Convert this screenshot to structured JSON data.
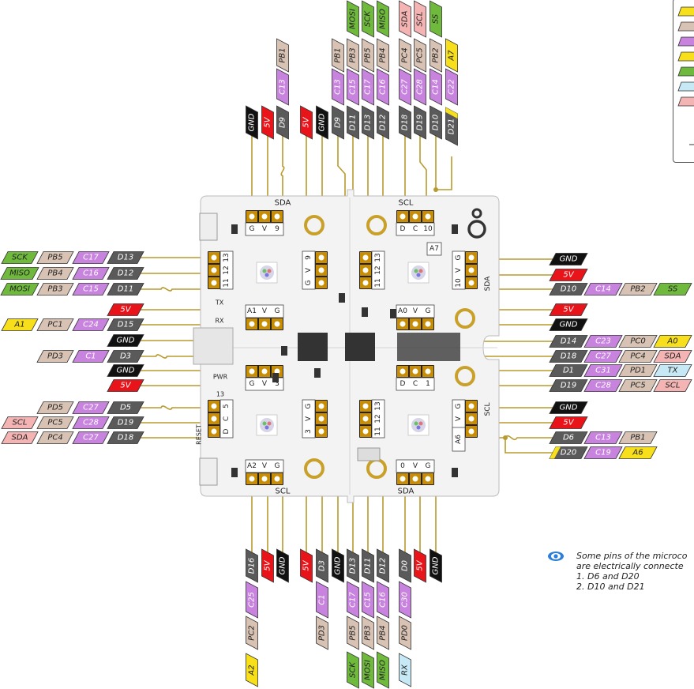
{
  "colors": {
    "gnd": "#111111",
    "power": "#e8141a",
    "digital": "#5a5a5a",
    "port": "#d8c2b4",
    "timer": "#c783dd",
    "analog": "#f7e01b",
    "spi": "#6fb93d",
    "uart": "#c6e9f5",
    "i2c": "#f5b4b4",
    "wire": "#b89a2e",
    "board": "#f3f3f3",
    "header": "#c98d04"
  },
  "board_labels": {
    "sda_top": "SDA",
    "scl_top": "SCL",
    "scl_bottom": "SCL",
    "sda_bottom": "SDA",
    "tx": "TX",
    "rx": "RX",
    "pwr": "PWR",
    "l13": "13",
    "reset": "RESET",
    "a7": "A7",
    "top_left_pins": [
      "G",
      "V",
      "9"
    ],
    "top_right_pins": [
      "D",
      "C",
      "10"
    ],
    "left_top_pins": [
      "13",
      "12",
      "11"
    ],
    "left_mid_pins": [
      "A1",
      "V",
      "G"
    ],
    "left_mid2_pins": [
      "G",
      "V",
      "3"
    ],
    "left_bottom_pins": [
      "5",
      "C",
      "D"
    ],
    "bottom_left_pins": [
      "A2",
      "V",
      "G"
    ],
    "bottom_right_pins": [
      "0",
      "V",
      "G"
    ],
    "right_top_pins": [
      "G",
      "V",
      "10"
    ],
    "right_mid_pins": [
      "A0",
      "V",
      "G"
    ],
    "right_mid2_pins": [
      "D",
      "C",
      "1"
    ],
    "right_bottom_pins": [
      "G",
      "V",
      "6"
    ],
    "right_bottom_extra": "A6",
    "inner_top_left": [
      "9",
      "V",
      "G"
    ],
    "inner_top_right": [
      "13",
      "12",
      "11"
    ],
    "inner_bottom_left": [
      "G",
      "V",
      "3"
    ],
    "inner_bottom_right": [
      "13",
      "12",
      "11"
    ]
  },
  "top_labels": {
    "gnd1": "GND",
    "v5_1": "5V",
    "d9": "D9",
    "c13": "C13",
    "pb1": "PB1",
    "v5_2": "5V",
    "gnd2": "GND",
    "d9b": "D9",
    "c13b": "C13",
    "pb1b": "PB1",
    "d11": "D11",
    "c15": "C15",
    "pb3": "PB3",
    "mosi": "MOSI",
    "d13": "D13",
    "c17": "C17",
    "pb5": "PB5",
    "sck": "SCK",
    "d12": "D12",
    "c16": "C16",
    "pb4": "PB4",
    "miso": "MISO",
    "d18": "D18",
    "c27": "C27",
    "pc4": "PC4",
    "sda": "SDA",
    "d19": "D19",
    "c28": "C28",
    "pc5": "PC5",
    "scl": "SCL",
    "d10": "D10",
    "c14": "C14",
    "pb2": "PB2",
    "ss": "SS",
    "d21": "D21",
    "c22": "C22",
    "a7": "A7"
  },
  "left_labels": {
    "r1": [
      "SCK",
      "PB5",
      "C17",
      "D13"
    ],
    "r2": [
      "MISO",
      "PB4",
      "C16",
      "D12"
    ],
    "r3": [
      "MOSI",
      "PB3",
      "C15",
      "D11"
    ],
    "r4": [
      "5V"
    ],
    "r5": [
      "A1",
      "PC1",
      "C24",
      "D15"
    ],
    "r6": [
      "GND"
    ],
    "r7": [
      "PD3",
      "C1",
      "D3"
    ],
    "r8": [
      "GND"
    ],
    "r9": [
      "5V"
    ],
    "r10": [
      "PD5",
      "C27",
      "D5"
    ],
    "r11": [
      "SCL",
      "PC5",
      "C28",
      "D19"
    ],
    "r12": [
      "SDA",
      "PC4",
      "C27",
      "D18"
    ]
  },
  "right_labels": {
    "r1": [
      "GND"
    ],
    "r2": [
      "5V"
    ],
    "r3": [
      "D10",
      "C14",
      "PB2",
      "SS"
    ],
    "r4": [
      "5V"
    ],
    "r5": [
      "GND"
    ],
    "r6": [
      "D14",
      "C23",
      "PC0",
      "A0"
    ],
    "r7": [
      "D18",
      "C27",
      "PC4",
      "SDA"
    ],
    "r8": [
      "D1",
      "C31",
      "PD1",
      "TX"
    ],
    "r9": [
      "D19",
      "C28",
      "PC5",
      "SCL"
    ],
    "r10": [
      "GND"
    ],
    "r11": [
      "5V"
    ],
    "r12": [
      "D6",
      "C13",
      "PB1"
    ],
    "r13": [
      "D20",
      "C19",
      "A6"
    ]
  },
  "bottom_labels": {
    "d16": "D16",
    "c25": "C25",
    "pc2": "PC2",
    "a2": "A2",
    "v5_1": "5V",
    "gnd1": "GND",
    "v5_2": "5V",
    "d3": "D3",
    "c1": "C1",
    "pd3": "PD3",
    "gnd2": "GND",
    "d13": "D13",
    "c17": "C17",
    "pb5": "PB5",
    "sck": "SCK",
    "d11": "D11",
    "c15": "C15",
    "pb3": "PB3",
    "mosi": "MOSI",
    "d12": "D12",
    "c16": "C16",
    "pb4": "PB4",
    "miso": "MISO",
    "d0": "D0",
    "c30": "C30",
    "pd0": "PD0",
    "rx": "RX",
    "v5_3": "5V",
    "gnd3": "GND"
  },
  "note": {
    "line1": "Some pins of the microco",
    "line2": "are electrically connecte",
    "line3": "1. D6 and D20",
    "line4": "2. D10 and D21"
  }
}
